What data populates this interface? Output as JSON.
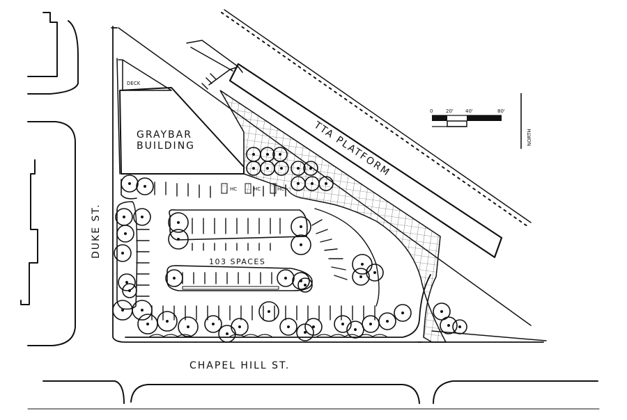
{
  "labels": {
    "deck": "DECK",
    "building_line1": "GRAYBAR",
    "building_line2": "BUILDING",
    "platform": "TTA PLATFORM",
    "parking": "103 SPACES",
    "street_left": "DUKE ST.",
    "street_bottom": "CHAPEL HILL ST.",
    "north": "NORTH",
    "hc": "HC"
  },
  "scale_bar": {
    "ticks": [
      "0",
      "20'",
      "40'",
      "80'"
    ]
  },
  "colors": {
    "ink": "#111111",
    "paper": "#ffffff",
    "hatch": "#333333"
  }
}
